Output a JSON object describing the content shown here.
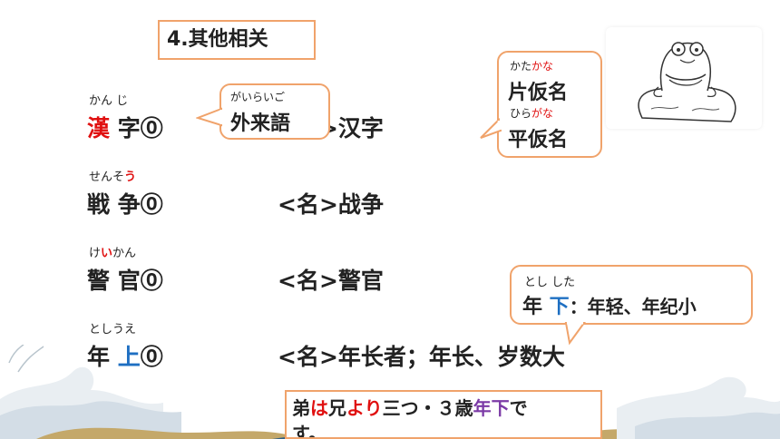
{
  "section": {
    "title": "4.其他相关"
  },
  "entries": [
    {
      "ruby_a": "かん じ",
      "ruby_b": "",
      "ruby_c": "",
      "word_a": "漢",
      "word_b": " 字⓪",
      "meaning": "<名>汉字"
    },
    {
      "ruby_a": "せんそ",
      "ruby_b": "う",
      "ruby_c": "",
      "word_a": "戦 争⓪",
      "word_b": "",
      "meaning": "<名>战争"
    },
    {
      "ruby_a": "け",
      "ruby_b": "い",
      "ruby_c": "かん",
      "word_a": "警 官⓪",
      "word_b": "",
      "meaning": "<名>警官"
    },
    {
      "ruby_a": "としうえ",
      "ruby_b": "",
      "ruby_c": "",
      "word_a": "年 ",
      "word_b": "上",
      "word_c": "⓪",
      "meaning": "<名>年长者；年长、岁数大"
    }
  ],
  "gairaigo_bubble": {
    "ruby": "がいらいご",
    "text": "外来語"
  },
  "kana_bubble": {
    "kata_ruby_a": "かた",
    "kata_ruby_b": "かな",
    "kata_word": "片仮名",
    "hira_ruby_a": "ひら",
    "hira_ruby_b": "がな",
    "hira_word": "平仮名"
  },
  "toshishita_bubble": {
    "ruby": "とし した",
    "word_a": "年 ",
    "word_b": "下",
    "meaning": "：年轻、年纪小"
  },
  "example": {
    "p1": "弟",
    "p2": "は",
    "p3": "兄",
    "p4": "より",
    "p5": "三つ・３歳",
    "p6": "年下",
    "p7": "で",
    "p8": "す。"
  },
  "colors": {
    "accent_border": "#f0a36b",
    "red": "#e01010",
    "blue": "#1e6fc2",
    "purple": "#7b3aa6"
  },
  "icons": {
    "illustration": "frog-sitting-on-rock-illustration",
    "decoration": "wave-decoration"
  }
}
